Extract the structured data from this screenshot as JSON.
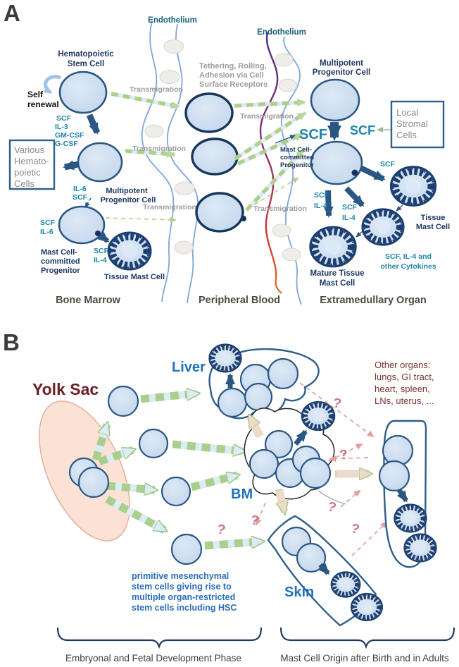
{
  "panel_a": {
    "label": "A",
    "endothelium": "Endothelium",
    "hsc": [
      "Hematopoietic",
      "Stem Cell"
    ],
    "self_renewal": [
      "Self",
      "renewal"
    ],
    "hsc_cytokines": [
      "SCF",
      "IL-3",
      "GM-CSF",
      "G-CSF"
    ],
    "various_box": [
      "Various",
      "Hemato-",
      "poietic",
      "Cells"
    ],
    "il6_scf": [
      "IL-6",
      "SCF"
    ],
    "multipotent": [
      "Multipotent",
      "Progenitor Cell"
    ],
    "scf_il6": [
      "SCF",
      "IL-6"
    ],
    "mast_committed": [
      "Mast Cell-",
      "committed",
      "Progenitor"
    ],
    "scf_il4": [
      "SCF",
      "IL-4"
    ],
    "tissue_mast_cell": "Tissue Mast Cell",
    "tissue_mast_cell_2": [
      "Tissue",
      "Mast Cell"
    ],
    "tethering": [
      "Tethering, Rolling,",
      "Adhesion via Cell",
      "Surface Receptors"
    ],
    "transmigration": "Transmigration",
    "scf": "SCF",
    "local_stromal": [
      "Local",
      "Stromal",
      "Cells"
    ],
    "scf_il4_other": [
      "SCF, IL-4 and",
      "other Cytokines"
    ],
    "mature": [
      "Mature Tissue",
      "Mast Cell"
    ],
    "columns": [
      "Bone Marrow",
      "Peripheral Blood",
      "Extramedullary Organ"
    ]
  },
  "panel_b": {
    "label": "B",
    "yolk_sac": "Yolk Sac",
    "liver": "Liver",
    "bm": "BM",
    "skin": "Skin",
    "other_organs": [
      "Other organs:",
      "lungs, GI tract,",
      "heart, spleen,",
      "LNs, uterus, ..."
    ],
    "primitive": [
      "primitive mesenchymal",
      "stem cells giving rise to",
      "multiple organ-restricted",
      "stem cells including HSC"
    ],
    "question_mark": "?",
    "phase_left": "Embryonal and Fetal Development Phase",
    "phase_right": "Mast Cell Origin after Birth and in Adults"
  },
  "colors": {
    "teal": "#1d87a8",
    "navy": "#1f3864",
    "cell_fill": "#c9daee",
    "cell_stroke": "#2a5784",
    "mast_granule": "#1c3e70",
    "gray_text": "#9c9c9c",
    "green_arrow": "#aecf8c",
    "blue_arrow_fill": "#dcebf5",
    "beige_arrow": "#eddaca",
    "pink_arrow": "#dfa0a0",
    "blue_label": "#2272b9",
    "maroon": "#6d1f26",
    "dark_red_text": "#7b3333",
    "yolk_fill": "#fbe2d5",
    "endothelium_line": "#7da7d9"
  }
}
